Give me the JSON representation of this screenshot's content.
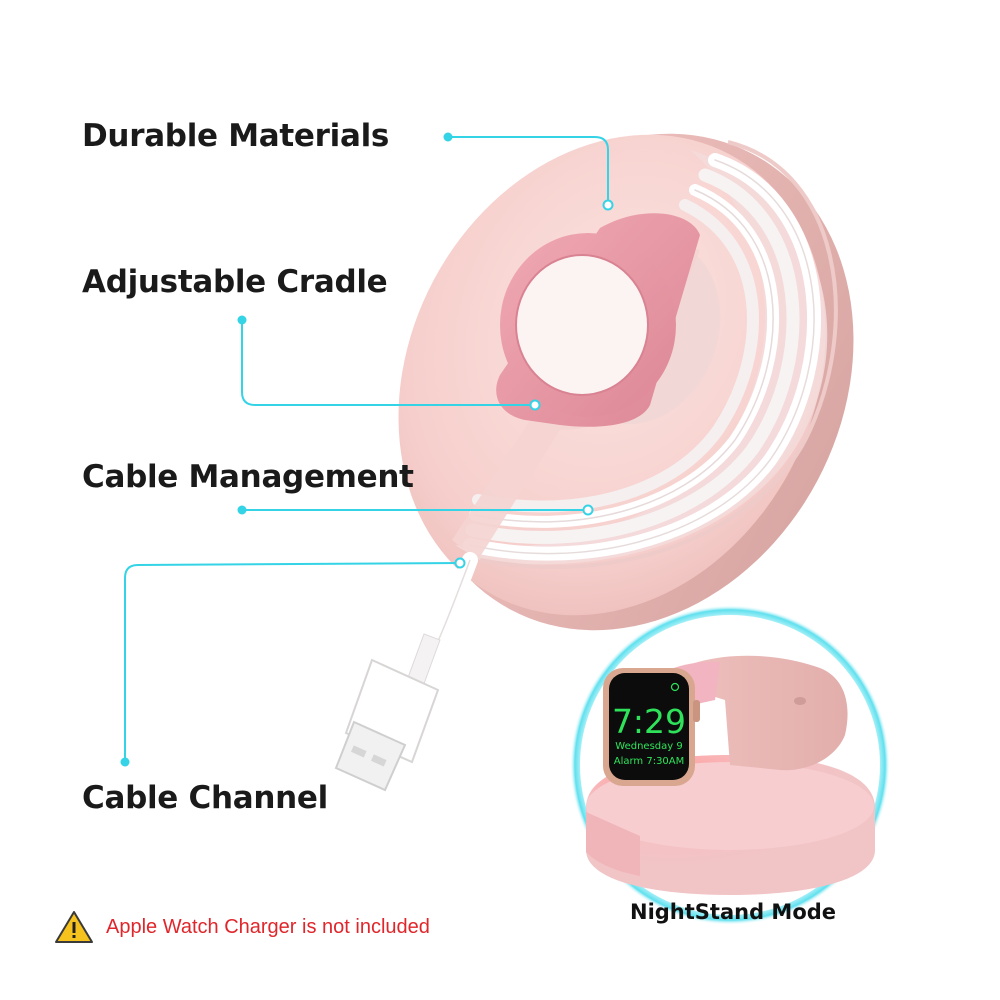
{
  "features": {
    "durable_materials": "Durable Materials",
    "adjustable_cradle": "Adjustable Cradle",
    "cable_management": "Cable Management",
    "cable_channel": "Cable Channel"
  },
  "inset": {
    "mode_label": "NightStand Mode",
    "watch_time": "7:29",
    "watch_date": "Wednesday 9",
    "watch_alarm": "Alarm 7:30AM"
  },
  "notice": {
    "text": "Apple Watch Charger is not included",
    "icon": "warning-triangle-icon"
  },
  "colors": {
    "callout_line": "#35d3e6",
    "stand_pink": "#f6c9c9",
    "cradle_pink": "#e99aa6",
    "warning_red": "#e0262b",
    "watch_text_green": "#2ee35a"
  }
}
